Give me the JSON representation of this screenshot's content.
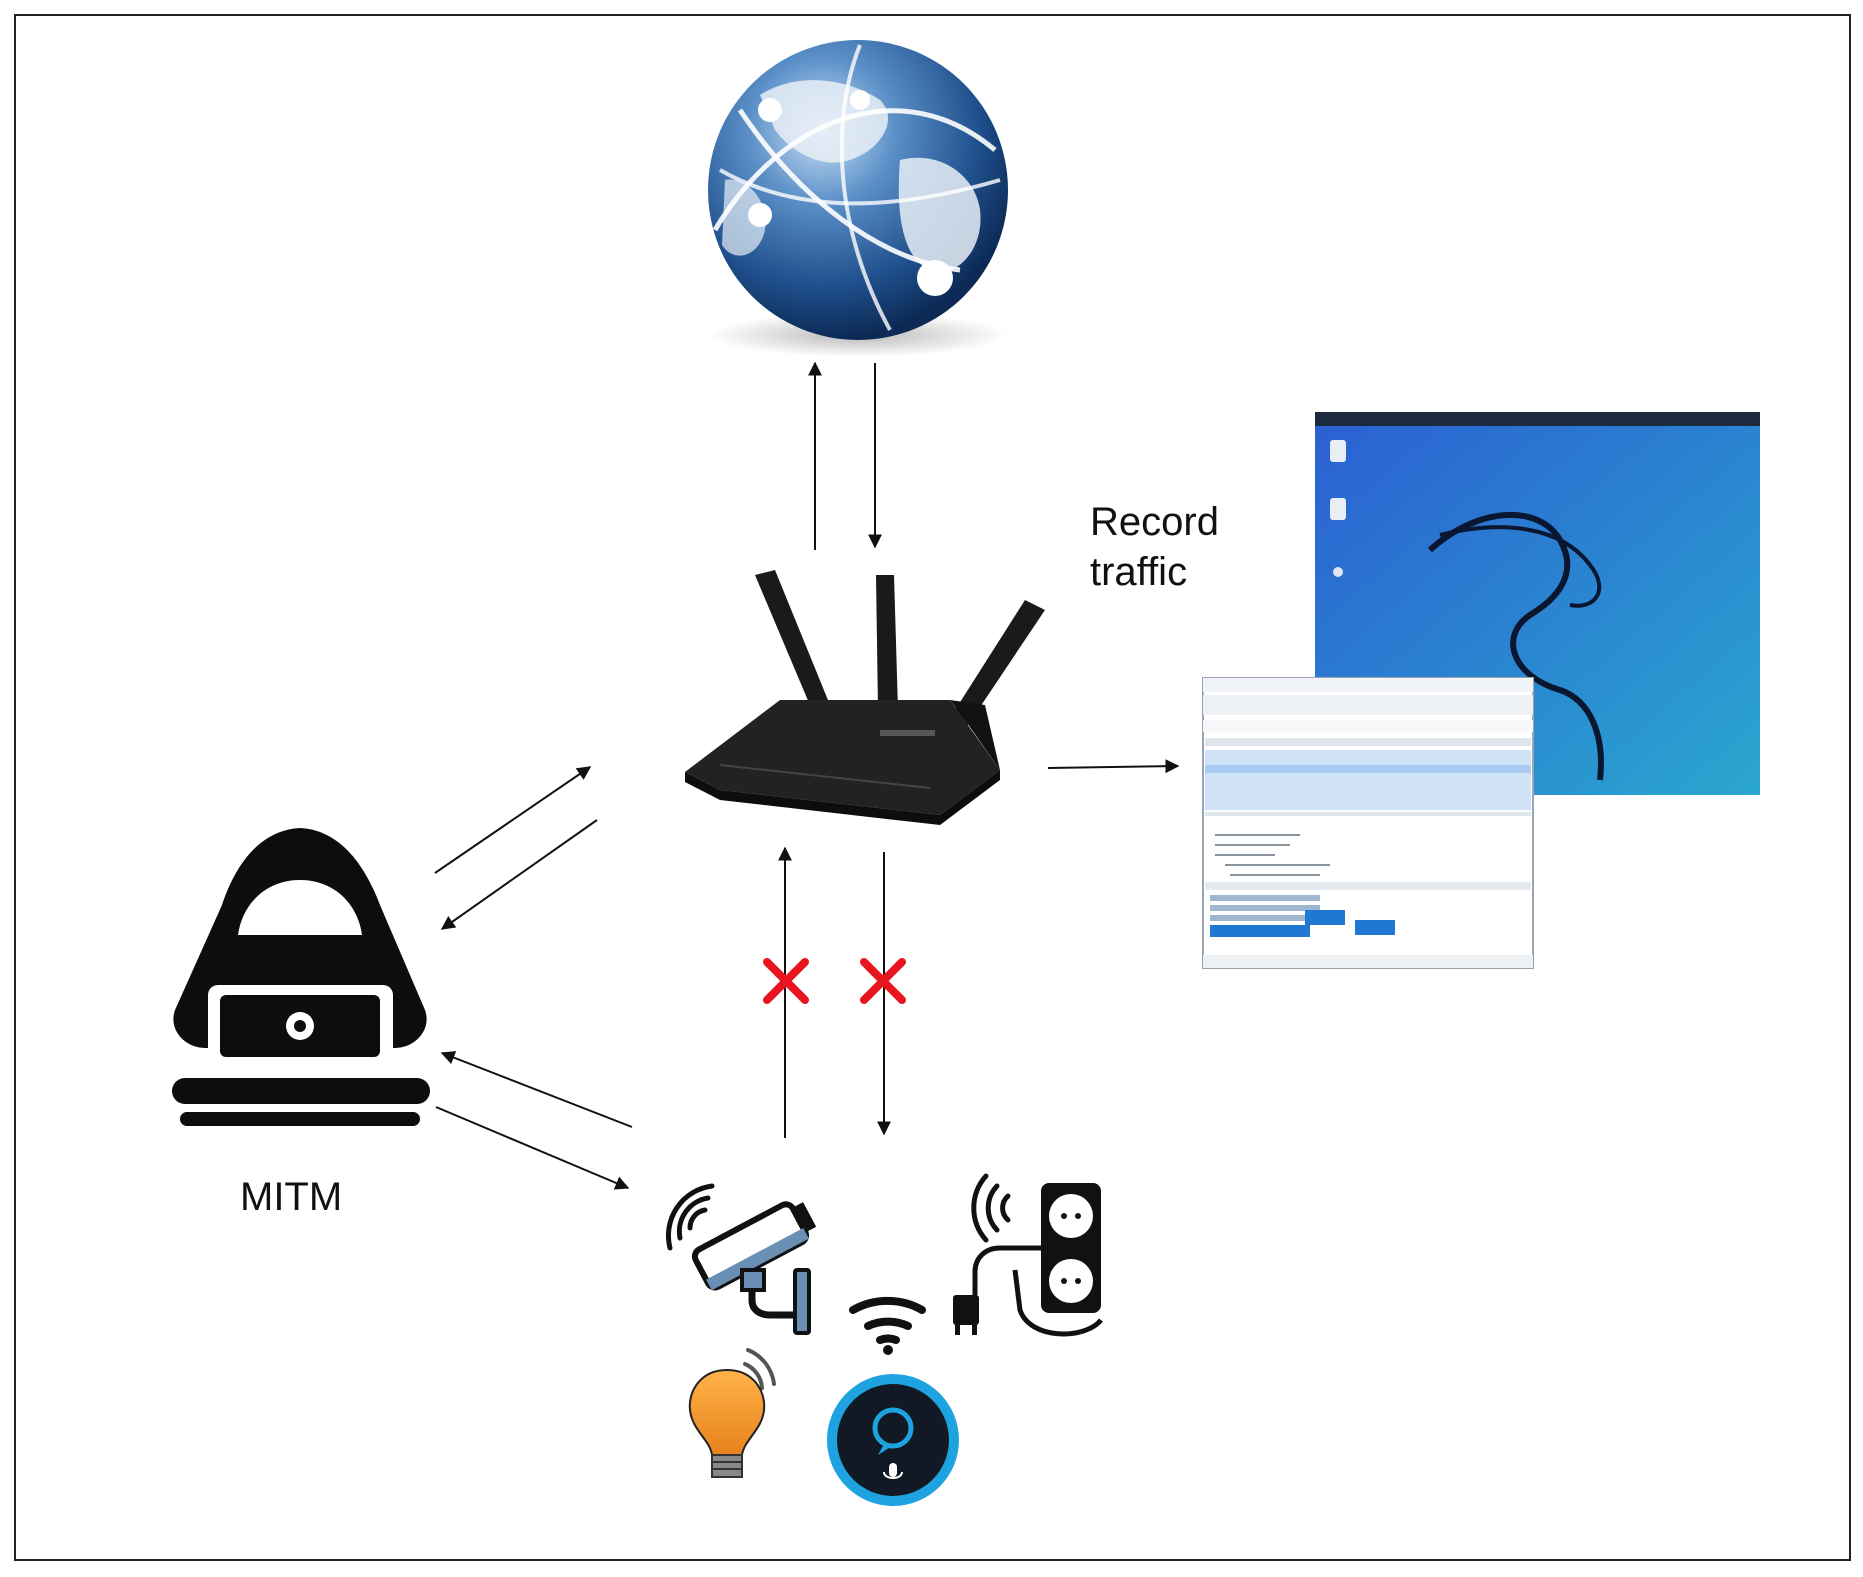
{
  "labels": {
    "mitm": "MITM",
    "record_line1": "Record",
    "record_line2": "traffic"
  },
  "nodes": {
    "internet": "globe-icon",
    "router": "wifi-router-icon",
    "attacker": "hacker-with-laptop-icon",
    "capture": "kali-desktop-with-packet-capture-window",
    "iot_devices": [
      "security-camera-icon",
      "smart-plug-icon",
      "smart-bulb-icon",
      "smart-speaker-icon",
      "wifi-icon"
    ]
  },
  "blocked_marker": "x-mark",
  "colors": {
    "frame": "#222222",
    "line": "#111111",
    "blocked": "#e8141e",
    "bulb": "#f39a2c",
    "speaker_ring": "#1fa3e0",
    "kali_blue": "#2d6fd6"
  }
}
